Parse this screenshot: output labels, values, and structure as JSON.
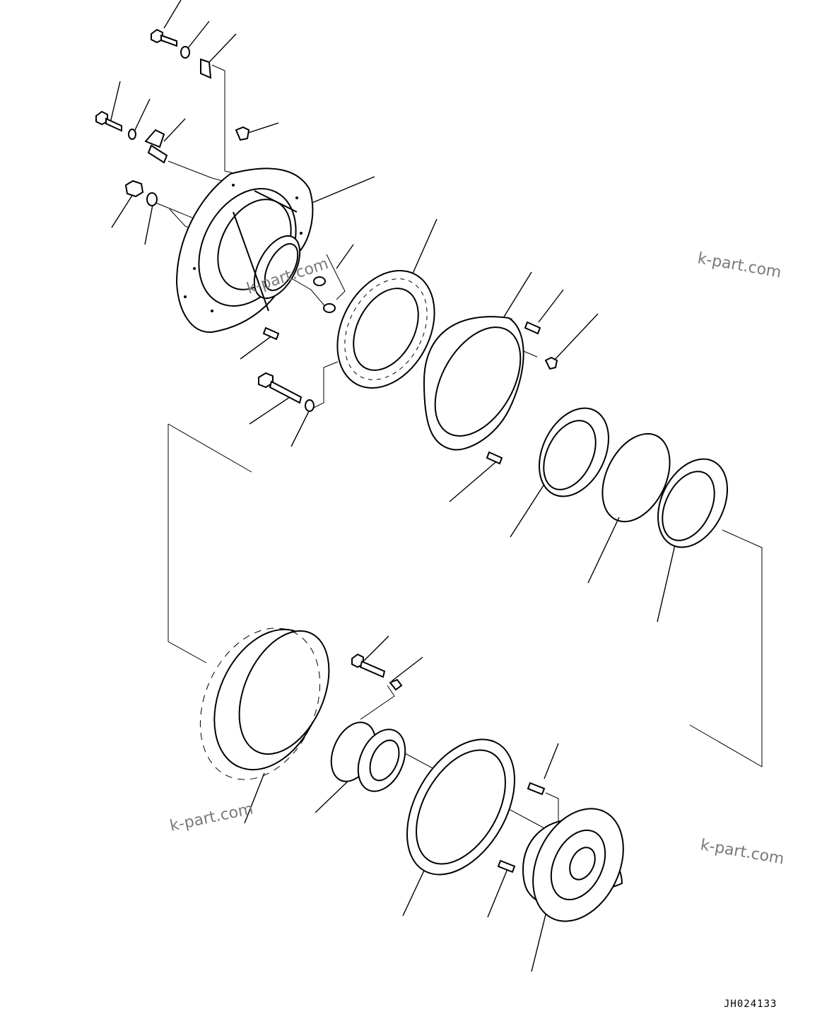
{
  "drawing_code": "JH024133",
  "watermarks": [
    "k-part.com",
    "k-part.com",
    "k-part.com",
    "k-part.com"
  ]
}
